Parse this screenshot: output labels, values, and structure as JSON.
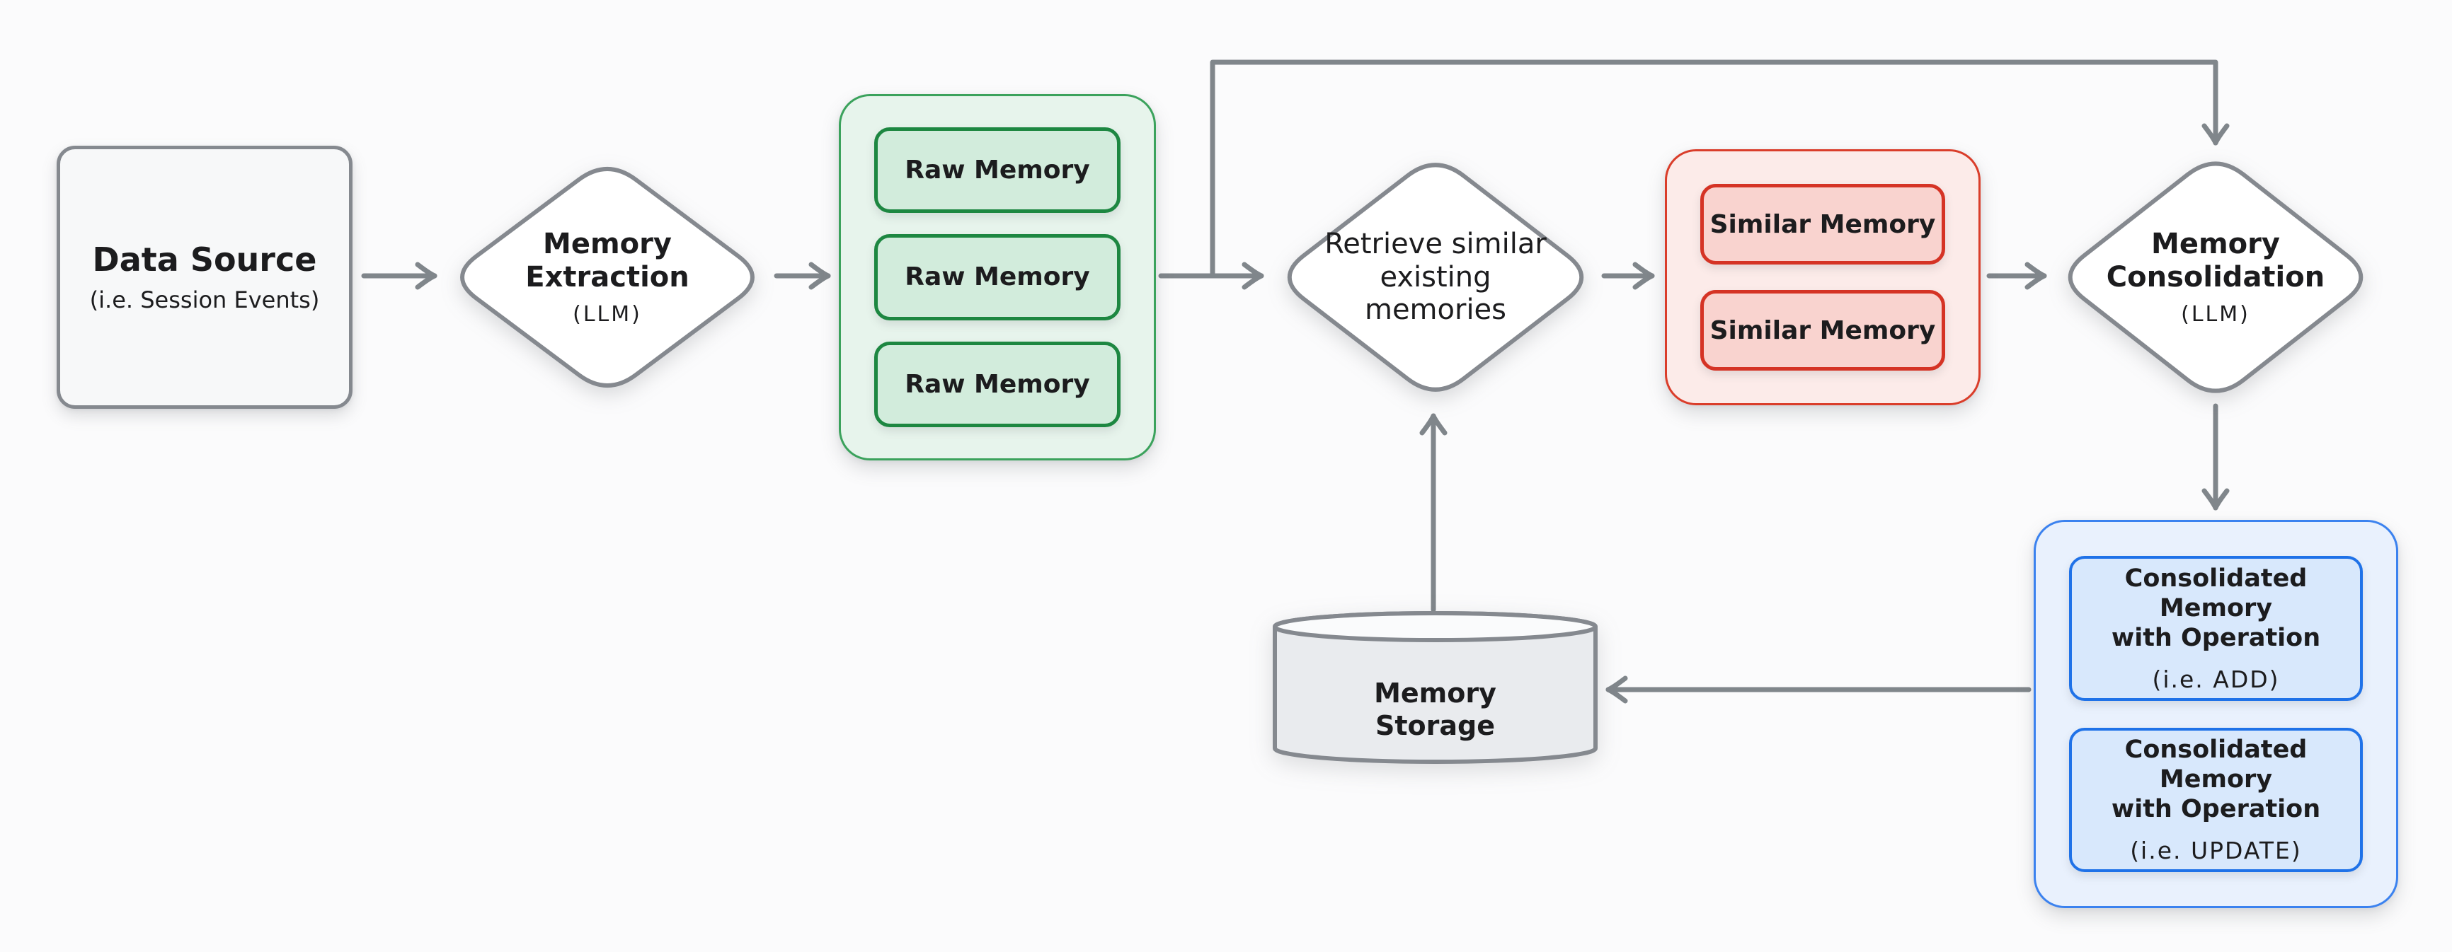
{
  "colors": {
    "bg": "#fbfbfc",
    "text": "#1c1c1e",
    "arrow": "#80868b",
    "shape_stroke": "#85898f",
    "gray_fill": "#f7f8f9",
    "green_container_fill": "#e7f4ec",
    "green_container_border": "#3ba25c",
    "green_chip_fill": "#d2ecdc",
    "green_chip_border": "#1d8741",
    "red_container_fill": "#fcebe9",
    "red_container_border": "#da3d2a",
    "red_chip_fill": "#f9d3cf",
    "red_chip_border": "#d53325",
    "blue_container_fill": "#e9f1fd",
    "blue_container_border": "#3b82ef",
    "blue_chip_fill": "#d8e8fc",
    "blue_chip_border": "#1f72e8",
    "cyl_body_fill": "#e9ebee",
    "cyl_top_fill": "#fafbfc"
  },
  "nodes": {
    "data_source": {
      "title": "Data Source",
      "subtitle": "(i.e. Session Events)"
    },
    "memory_extraction": {
      "line1": "Memory",
      "line2": "Extraction",
      "subtitle": "(LLM)"
    },
    "raw_memories": {
      "items": [
        "Raw Memory",
        "Raw Memory",
        "Raw Memory"
      ]
    },
    "retrieve": {
      "line1": "Retrieve similar",
      "line2": "existing",
      "line3": "memories"
    },
    "similar_memories": {
      "items": [
        "Similar Memory",
        "Similar Memory"
      ]
    },
    "memory_consolidation": {
      "line1": "Memory",
      "line2": "Consolidation",
      "subtitle": "(LLM)"
    },
    "consolidated": {
      "items": [
        {
          "line1": "Consolidated Memory",
          "line2": "with Operation",
          "sub": "(i.e. ADD)"
        },
        {
          "line1": "Consolidated Memory",
          "line2": "with Operation",
          "sub": "(i.e. UPDATE)"
        }
      ]
    },
    "memory_storage": {
      "line1": "Memory",
      "line2": "Storage"
    }
  },
  "edges": [
    {
      "from": "data-source",
      "to": "memory-extraction"
    },
    {
      "from": "memory-extraction",
      "to": "raw-memories"
    },
    {
      "from": "raw-memories",
      "to": "retrieve-similar-existing-memories"
    },
    {
      "from": "raw-memories",
      "to": "memory-consolidation",
      "note": "feedback line across top"
    },
    {
      "from": "retrieve-similar-existing-memories",
      "to": "similar-memories"
    },
    {
      "from": "similar-memories",
      "to": "memory-consolidation"
    },
    {
      "from": "memory-consolidation",
      "to": "consolidated-memories"
    },
    {
      "from": "consolidated-memories",
      "to": "memory-storage"
    },
    {
      "from": "memory-storage",
      "to": "retrieve-similar-existing-memories"
    }
  ]
}
